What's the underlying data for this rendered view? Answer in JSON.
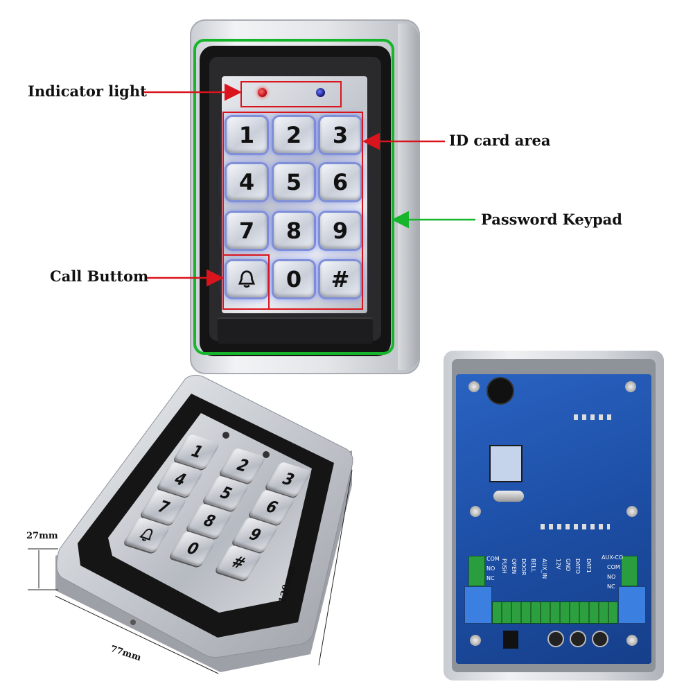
{
  "callouts": {
    "indicator_light": "Indicator light",
    "id_card_area": "ID card area",
    "password_keypad": "Password Keypad",
    "call_button": "Call Buttom"
  },
  "keypad_front": {
    "keys": [
      "1",
      "2",
      "3",
      "4",
      "5",
      "6",
      "7",
      "8",
      "9",
      "bell",
      "0",
      "#"
    ]
  },
  "keypad_angled": {
    "keys": [
      "1",
      "2",
      "3",
      "4",
      "5",
      "6",
      "7",
      "8",
      "9",
      "bell",
      "0",
      "#"
    ]
  },
  "dimensions": {
    "depth": "27mm",
    "width": "77mm",
    "height": "120mm"
  },
  "pcb": {
    "labels": [
      "COM",
      "NO",
      "NC",
      "PUSH",
      "OPEN",
      "DOOR",
      "BELL",
      "AUX_IN",
      "12V",
      "GND",
      "DATO",
      "DAT1",
      "AUX-CO",
      "COM",
      "NO",
      "NC"
    ]
  },
  "colors": {
    "red_callout": "#d9141c",
    "green_callout": "#16b52c",
    "pcb_blue": "#1d4fa6",
    "key_glow": "#6f7cff"
  }
}
